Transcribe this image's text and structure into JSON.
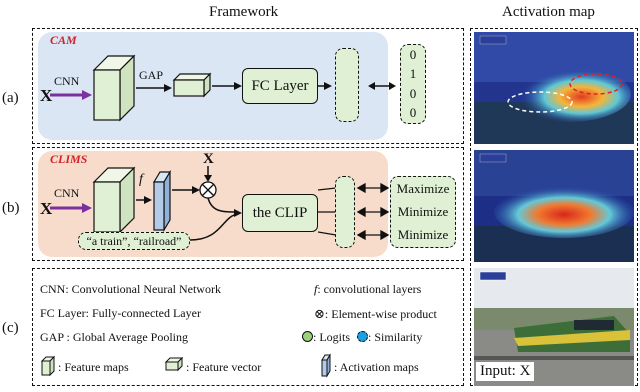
{
  "headers": {
    "framework": "Framework",
    "activation": "Activation map"
  },
  "row_labels": {
    "a": "(a)",
    "b": "(b)",
    "c": "(c)"
  },
  "cam": {
    "title": "CAM",
    "input": "X",
    "cnn": "CNN",
    "gap": "GAP",
    "fc_layer": "FC Layer",
    "targets": [
      "0",
      "1",
      "0",
      "0"
    ],
    "arrow": "↔"
  },
  "clims": {
    "title": "CLIMS",
    "input": "X",
    "cnn": "CNN",
    "f": "f",
    "x_top": "X",
    "clip": "the CLIP",
    "text_prompt": "“a train”, “railroad”",
    "objectives": [
      "Maximize",
      "Minimize",
      "Minimize"
    ]
  },
  "legend": {
    "cnn": "CNN: Convolutional Neural Network",
    "fc": "FC Layer: Fully-connected Layer",
    "gap": "GAP : Global Average Pooling",
    "f_prefix": "f",
    "f_text": ": convolutional layers",
    "ewp_text": ": Element-wise product",
    "logits_text": ": Logits",
    "similarity_text": ": Similarity",
    "feature_maps": ": Feature maps",
    "feature_vector": ": Feature vector",
    "activation_maps": ": Activation maps"
  },
  "input_caption": "Input: X",
  "colors": {
    "cam_bg": "#dbe6f5",
    "clims_bg": "#f8dccb",
    "green_fill": "#e0f0d4",
    "logit_1": "#f5d06a",
    "logit_2": "#9bd07c",
    "logit_3": "#b9b9d6",
    "logit_4": "#f4b43a",
    "similarity": "#1b9fe0",
    "arrow_purple": "#7b2fa0",
    "label_red": "#d0232a"
  }
}
